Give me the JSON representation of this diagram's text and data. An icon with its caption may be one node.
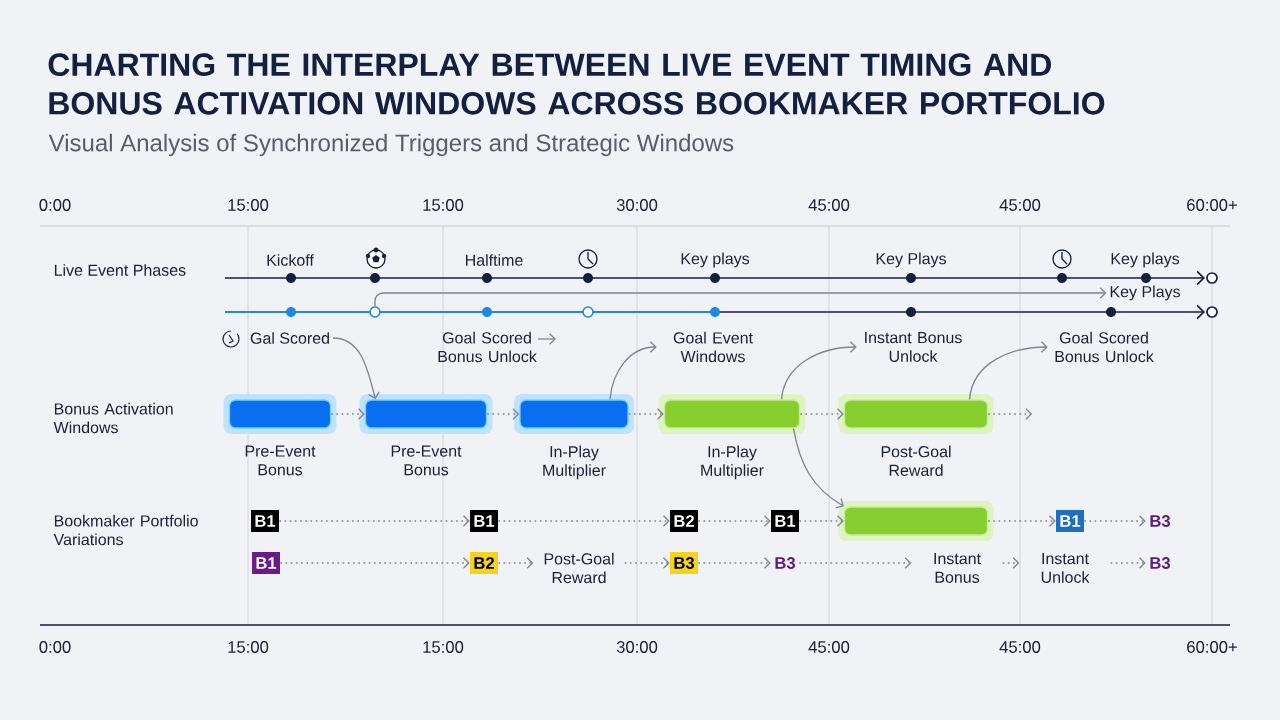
{
  "diagram": {
    "title": "CHARTING THE INTERPLAY BETWEEN LIVE EVENT TIMING AND BONUS ACTIVATION WINDOWS ACROSS BOOKMAKER PORTFOLIO",
    "nodes": [
      {
        "text": [
          "Gal Scored"
        ]
      },
      {
        "text": [
          "Goal Scored Bonus Unlock"
        ]
      },
      {
        "text": [
          "Goal Event Windows"
        ]
      },
      {
        "text": [
          "Instant Bonus Unlock"
        ]
      },
      {
        "text": [
          "Goal Scored Bonus Unlock"
        ]
      },
      {
        "text": [
          "Pre-Event Bonus"
        ]
      },
      {
        "text": [
          "Pre-Event Bonus"
        ]
      },
      {
        "text": [
          "In-Play Multiplier"
        ]
      },
      {
        "text": [
          "In-Play Multiplier"
        ]
      },
      {
        "text": [
          "Post-Goal Reward"
        ]
      },
      {
        "text": [],
        "shape": "circle"
      },
      {
        "text": [
          "Key Plays"
        ]
      },
      {
        "text": [
          "B1"
        ]
      },
      {
        "text": [
          "B1"
        ]
      },
      {
        "text": [
          "B2"
        ]
      },
      {
        "text": [
          "B1"
        ]
      },
      {
        "text": [],
        "shape": "box"
      },
      {
        "text": [
          "B1"
        ]
      },
      {
        "text": [
          "B3"
        ]
      },
      {
        "text": [
          "B1"
        ]
      },
      {
        "text": [
          "B2"
        ]
      },
      {
        "text": [
          "Post-Goal Reward"
        ]
      },
      {
        "text": [
          "B3"
        ]
      },
      {
        "text": [
          "B3"
        ]
      },
      {
        "text": [
          "Instant Bonus"
        ]
      },
      {
        "text": [
          "Instant Unlock"
        ]
      },
      {
        "text": [
          "B3"
        ]
      }
    ],
    "edges": [
      {
        "from": 0,
        "to": 6,
        "arrow": "to"
      },
      {
        "from": 7,
        "to": 2,
        "arrow": "to"
      },
      {
        "from": 8,
        "to": 3,
        "arrow": "to"
      },
      {
        "from": 9,
        "to": 4,
        "arrow": "to"
      },
      {
        "from": 5,
        "to": 6,
        "arrow": "to",
        "style": "dashed"
      },
      {
        "from": 6,
        "to": 7,
        "arrow": "to",
        "style": "dashed"
      },
      {
        "from": 7,
        "to": 8,
        "arrow": "to",
        "style": "dashed"
      },
      {
        "from": 8,
        "to": 9,
        "arrow": "to",
        "style": "dashed"
      },
      {
        "from": 9,
        "to": null,
        "arrow": "to",
        "style": "dashed"
      },
      {
        "from": 8,
        "to": 16,
        "arrow": "to"
      },
      {
        "from": 10,
        "to": 11,
        "arrow": "to"
      },
      {
        "from": 12,
        "to": 13,
        "arrow": "to",
        "style": "dashed"
      },
      {
        "from": 13,
        "to": 14,
        "arrow": "to",
        "style": "dashed"
      },
      {
        "from": 14,
        "to": 15,
        "arrow": "to",
        "style": "dashed"
      },
      {
        "from": 15,
        "to": 16,
        "arrow": "to",
        "style": "dashed"
      },
      {
        "from": 16,
        "to": 17,
        "arrow": "to",
        "style": "dashed"
      },
      {
        "from": 17,
        "to": 18,
        "arrow": "to",
        "style": "dashed"
      },
      {
        "from": 19,
        "to": 20,
        "arrow": "to",
        "style": "dashed"
      },
      {
        "from": 20,
        "to": 21,
        "arrow": "to",
        "style": "dashed"
      },
      {
        "from": 21,
        "to": 22,
        "arrow": "to",
        "style": "dashed"
      },
      {
        "from": 22,
        "to": 23,
        "arrow": "to",
        "style": "dashed"
      },
      {
        "from": 23,
        "to": 24,
        "arrow": "to",
        "style": "dashed"
      },
      {
        "from": 24,
        "to": 25,
        "arrow": "to",
        "style": "dashed"
      },
      {
        "from": 25,
        "to": 26,
        "arrow": "to",
        "style": "dashed"
      }
    ],
    "labels": [
      "Visual Analysis of Synchronized Triggers and Strategic Windows",
      "0:00",
      "15:00",
      "15:00",
      "30:00",
      "45:00",
      "45:00",
      "60:00+",
      "Live Event Phases",
      "Kickoff",
      "Halftime",
      "Key plays",
      "Key Plays",
      "Key plays",
      "Bonus Activation Windows",
      "Bookmaker Portfolio Variations",
      "0:00",
      "15:00",
      "15:00",
      "30:00",
      "45:00",
      "45:00",
      "60:00+"
    ]
  }
}
